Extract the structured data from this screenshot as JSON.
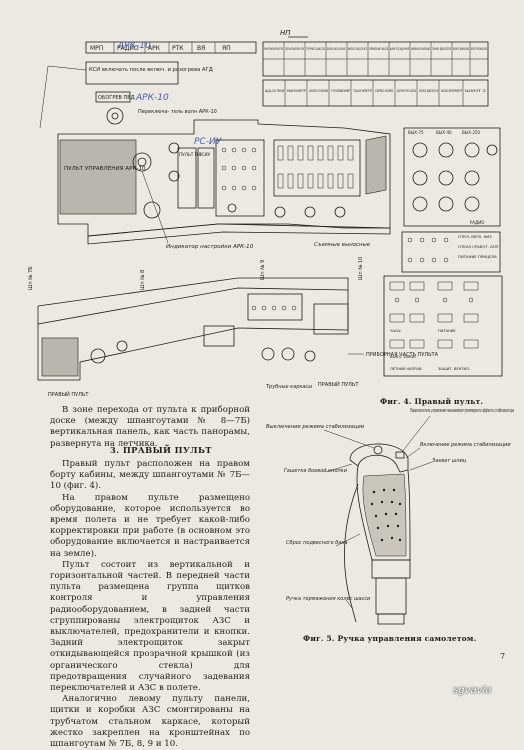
{
  "figure4": {
    "caption": "Фиг. 4. Правый пульт.",
    "top_right_label": "НП",
    "radio_strip": [
      "МРП",
      "РАДИО",
      "АРК",
      "РТК",
      "ВЯ",
      "ЯП"
    ],
    "labels": {
      "ksi_note": "КСИ включать после включ. и разогрева АГД",
      "pvd_heat": "ОБОГРЕВ ПВД",
      "switch_arc": "Переключа- тель волн АРК-10",
      "arc_panel": "ПУЛЬТ УПРАВЛЕНИЯ АРК-10",
      "tuning_indicator": "Индикатор настройки АРК-10",
      "p1": "ПУЛЬТ П-1",
      "rsiu": "РСИУ",
      "removable_panels": "Съемные выносные",
      "right_part": "ПРИБОРНАЯ ЧАСТЬ ПУЛЬТА",
      "rack_tubes": "Трубные каркасы",
      "right_panel": "ПРАВЫЙ ПУЛЬТ"
    },
    "upper_table": [
      "РУЧНОЕ ВКЛЮЧЕНИЕ ПРУ",
      "СИГНАЛ ВЫПУСКА ПРУ",
      "ТОРМОЗ ШАССИ",
      "ВЫПУСК ШАССИ НЕ ВЫП.",
      "ВЫПУСК ШАССИ ВСЕ",
      "УПРАВЛЕНИЕ ШАССИ",
      "ФАРА ПОСАДОЧНАЯ",
      "АВАРИЙНАЯ СИГНАЛИЗАЦИЯ",
      "ПОЖАР ДВИГАТЕЛЯ",
      "ВЫПУСК ЗАКРЫЛКОВ",
      "ВЫПУСК ТОРМОЗНЫХ ЩИТКОВ"
    ],
    "lower_table": [
      "ЩД-20 ПКИ",
      "МАНОМЕТР",
      "УКАЗАТЕЛЬ ПОЛОЖЕНИЯ",
      "ТОПЛИВОМЕР",
      "ТАХОМЕТР",
      "СЕРВО-КОМП.",
      "ДАТЧИК ГИРО-СКОПА",
      "ЗАПУСК ДВИГАТЕЛЯ",
      "ВОЛЬТАМПЕРМЕТР",
      "ШУНТ 2"
    ],
    "right_panel_labels": [
      "ВЫХ-75",
      "ВЫХ-40",
      "ВЫХ-250",
      "РАДИО"
    ],
    "lower_right_labels": [
      "ОТКЛ. ВЕРХ. НИЗ",
      "ОТКАЗ СРАБОТ. АПП",
      "ПИТАНИЕ ПРИЦЕЛА",
      "ЧАСЫ",
      "ПИТАНИЕ",
      "ВЫКЛ. ЗАЖИГ.",
      "ЛЕТНИЙ НАПРАВ.",
      "ЗАЩИТ. ВЕНТИЛ."
    ],
    "frame_labels": [
      "Шп № 7Б",
      "Шп № 8",
      "Шп № 9",
      "Шп № 10"
    ],
    "handwritten": [
      "АРК-10",
      "АРК-10",
      "РС-ИУ"
    ]
  },
  "figure5": {
    "caption": "Фиг. 5. Ручка управления самолетом.",
    "labels": {
      "stab_off": "Выключение режима стабилизации",
      "trim_switch": "Переключатель управления механизмом триммерного эффекта стабилизатора",
      "stab_on": "Включение режима стабилизации",
      "wheel_brake": "Гашетка боевой кнопки",
      "parking": "Захват шпиц",
      "boot": "Сброс подвесного бака",
      "brake_lever": "Ручка тормажения колес шасси"
    }
  },
  "text": {
    "intro": "В зоне перехода от пульта к приборной доске (между шпангоутами № 8—7Б) вертикальная панель, как часть панорамы, развернута на летчика.",
    "section_title": "3. ПРАВЫЙ ПУЛЬТ",
    "paragraphs": [
      "Правый пульт расположен на правом борту кабины, между шпангоутами № 7Б—10 (фиг. 4).",
      "На правом пульте размещено оборудование, которое используется во время полета и не требует какой-либо корректировки при работе (в основном это оборудование включается и настраивается на земле).",
      "Пульт состоит из вертикальной и горизонтальной частей. В передней части пульта размещена группа щитков контроля и управления радиооборудованием, в задней части сгруппированы электрощиток АЗС и выключателей, предохранители и кнопки. Задний электрощиток закрыт откидывающейся прозрачной крышкой (из органического стекла) для предотвращения случайного задевания переключателей и АЗС в полете.",
      "Аналогично левому пульту панели, щитки и коробки АЗС смонтированы на трубчатом стальном каркасе, который жестко закреплен на кронштейнах по шпангоутам № 7Б, 8, 9 и 10."
    ]
  },
  "page_number": "7",
  "watermark": "sgvavia"
}
